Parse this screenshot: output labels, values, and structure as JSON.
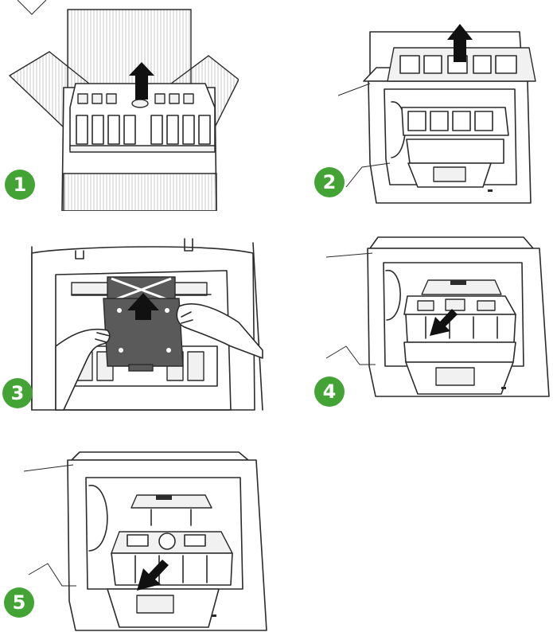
{
  "colors": {
    "badge": "#43a435",
    "arrow": "#111111",
    "line": "#2b2b2b",
    "plate": "#5a5a5a"
  },
  "steps": [
    {
      "number": "1",
      "action": "lift-arrow"
    },
    {
      "number": "2",
      "action": "lift-arrow"
    },
    {
      "number": "3",
      "action": "lift-arrow"
    },
    {
      "number": "4",
      "action": "pull-out-arrow"
    },
    {
      "number": "5",
      "action": "pull-out-arrow"
    }
  ]
}
